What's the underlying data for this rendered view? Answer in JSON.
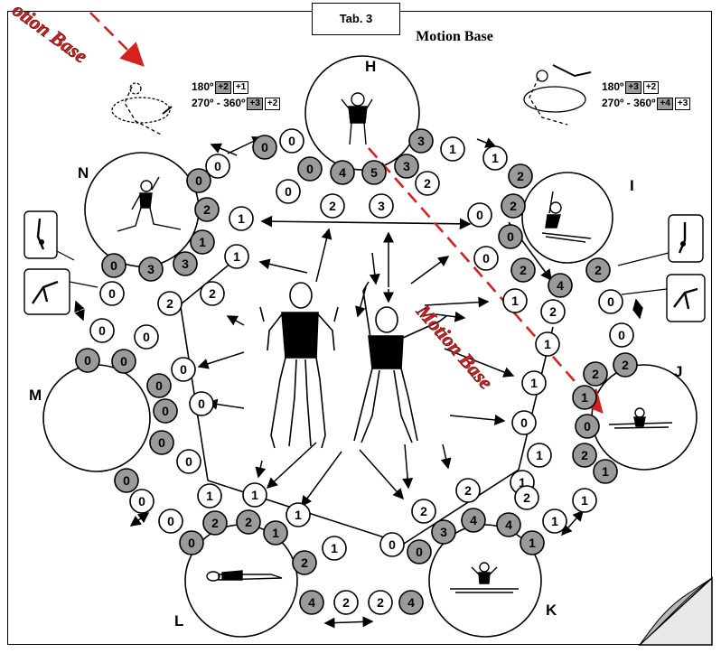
{
  "tab_label": "Tab. 3",
  "title": "Motion Base",
  "motion_base_label": "Motion Base",
  "corner_motion_base_label": "otion Base",
  "position_letters": {
    "H": "H",
    "I": "I",
    "J": "J",
    "K": "K",
    "L": "L",
    "M": "M",
    "N": "N"
  },
  "rotation_left": {
    "line1": "180º",
    "line1_values": [
      "+2",
      "+1"
    ],
    "line2": "270º - 360º",
    "line2_values": [
      "+3",
      "+2"
    ]
  },
  "rotation_right": {
    "line1": "180º",
    "line1_values": [
      "+3",
      "+2"
    ],
    "line2": "270º - 360º",
    "line2_values": [
      "+4",
      "+3"
    ]
  },
  "circles": [
    [
      "0",
      293,
      163,
      1
    ],
    [
      "0",
      241,
      184,
      0
    ],
    [
      "0",
      323,
      156,
      0
    ],
    [
      "0",
      220,
      200,
      1
    ],
    [
      "3",
      466,
      156,
      1
    ],
    [
      "1",
      501,
      165,
      0
    ],
    [
      "1",
      548,
      175,
      0
    ],
    [
      "0",
      343,
      187,
      1
    ],
    [
      "4",
      379,
      191,
      1
    ],
    [
      "5",
      414,
      191,
      1
    ],
    [
      "3",
      450,
      184,
      1
    ],
    [
      "0",
      319,
      212,
      0
    ],
    [
      "2",
      473,
      203,
      0
    ],
    [
      "2",
      576,
      195,
      1
    ],
    [
      "2",
      229,
      232,
      1
    ],
    [
      "1",
      267,
      242,
      0
    ],
    [
      "2",
      368,
      228,
      0
    ],
    [
      "3",
      422,
      228,
      0
    ],
    [
      "0",
      531,
      238,
      0
    ],
    [
      "2",
      568,
      228,
      1
    ],
    [
      "1",
      224,
      268,
      1
    ],
    [
      "1",
      262,
      284,
      0
    ],
    [
      "0",
      565,
      262,
      1
    ],
    [
      "0",
      126,
      294,
      1
    ],
    [
      "3",
      167,
      298,
      1
    ],
    [
      "3",
      205,
      292,
      1
    ],
    [
      "0",
      538,
      286,
      0
    ],
    [
      "2",
      579,
      299,
      1
    ],
    [
      "2",
      662,
      299,
      1
    ],
    [
      "0",
      124,
      325,
      0
    ],
    [
      "2",
      188,
      336,
      0
    ],
    [
      "2",
      235,
      325,
      0
    ],
    [
      "1",
      570,
      333,
      0
    ],
    [
      "2",
      612,
      345,
      0
    ],
    [
      "4",
      620,
      316,
      1
    ],
    [
      "0",
      676,
      334,
      0
    ],
    [
      "0",
      113,
      366,
      0
    ],
    [
      "0",
      162,
      373,
      0
    ],
    [
      "1",
      606,
      381,
      0
    ],
    [
      "0",
      688,
      371,
      0
    ],
    [
      "0",
      97,
      399,
      1
    ],
    [
      "0",
      137,
      400,
      1
    ],
    [
      "0",
      203,
      409,
      0
    ],
    [
      "1",
      591,
      424,
      0
    ],
    [
      "2",
      659,
      414,
      1
    ],
    [
      "2",
      692,
      404,
      1
    ],
    [
      "0",
      176,
      427,
      1
    ],
    [
      "0",
      223,
      447,
      0
    ],
    [
      "1",
      647,
      440,
      1
    ],
    [
      "0",
      183,
      455,
      1
    ],
    [
      "0",
      580,
      468,
      0
    ],
    [
      "0",
      650,
      472,
      1
    ],
    [
      "0",
      179,
      490,
      1
    ],
    [
      "1",
      597,
      504,
      0
    ],
    [
      "2",
      647,
      504,
      1
    ],
    [
      "0",
      209,
      511,
      0
    ],
    [
      "1",
      578,
      534,
      0
    ],
    [
      "1",
      670,
      522,
      1
    ],
    [
      "0",
      140,
      532,
      1
    ],
    [
      "1",
      232,
      549,
      0
    ],
    [
      "1",
      282,
      548,
      0
    ],
    [
      "2",
      518,
      543,
      0
    ],
    [
      "2",
      583,
      551,
      0
    ],
    [
      "1",
      647,
      554,
      0
    ],
    [
      "0",
      157,
      555,
      0
    ],
    [
      "1",
      330,
      570,
      0
    ],
    [
      "2",
      469,
      566,
      0
    ],
    [
      "4",
      524,
      576,
      1
    ],
    [
      "0",
      189,
      577,
      0
    ],
    [
      "2",
      238,
      579,
      1
    ],
    [
      "2",
      275,
      578,
      1
    ],
    [
      "3",
      491,
      589,
      1
    ],
    [
      "4",
      563,
      581,
      1
    ],
    [
      "1",
      614,
      577,
      0
    ],
    [
      "0",
      212,
      601,
      1
    ],
    [
      "1",
      305,
      590,
      1
    ],
    [
      "1",
      589,
      601,
      1
    ],
    [
      "2",
      337,
      623,
      1
    ],
    [
      "1",
      370,
      607,
      0
    ],
    [
      "0",
      434,
      603,
      0
    ],
    [
      "0",
      464,
      611,
      1
    ],
    [
      "4",
      345,
      667,
      1
    ],
    [
      "2",
      383,
      667,
      0
    ],
    [
      "2",
      421,
      667,
      0
    ],
    [
      "4",
      455,
      667,
      1
    ]
  ]
}
